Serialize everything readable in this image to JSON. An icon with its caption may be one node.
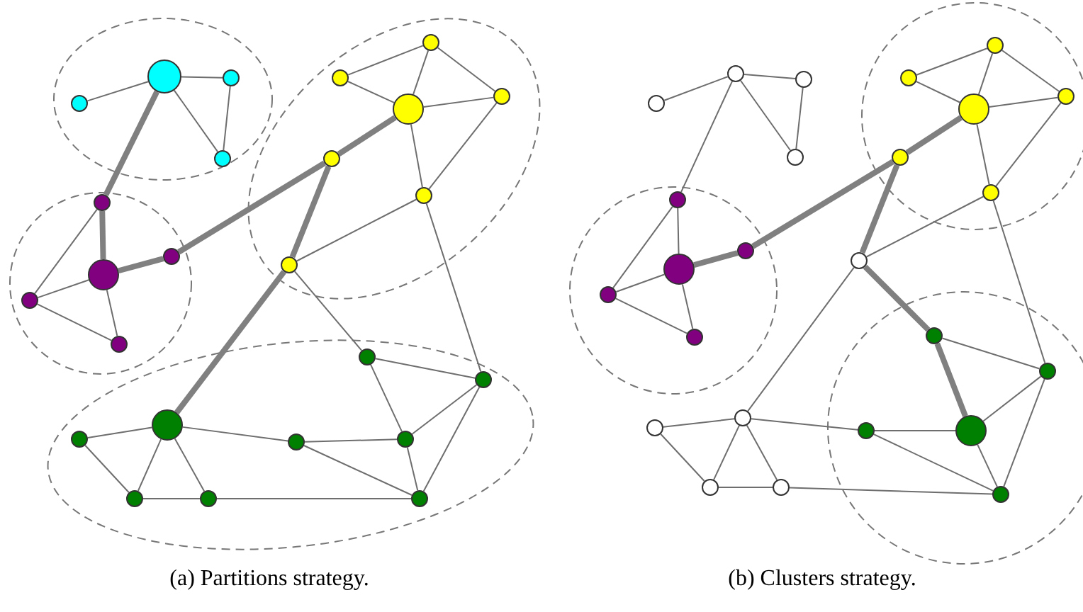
{
  "diagram": {
    "nodes": [
      {
        "text": [],
        "shape": "circle"
      },
      {
        "text": [],
        "shape": "circle"
      },
      {
        "text": [],
        "shape": "circle"
      },
      {
        "text": [],
        "shape": "circle"
      },
      {
        "text": [],
        "shape": "circle"
      },
      {
        "text": [],
        "shape": "circle"
      },
      {
        "text": [],
        "shape": "circle"
      },
      {
        "text": [],
        "shape": "circle"
      },
      {
        "text": [],
        "shape": "circle"
      },
      {
        "text": [],
        "shape": "circle"
      },
      {
        "text": [],
        "shape": "circle"
      },
      {
        "text": [],
        "shape": "circle"
      },
      {
        "text": [],
        "shape": "circle"
      },
      {
        "text": [],
        "shape": "circle"
      },
      {
        "text": [],
        "shape": "circle"
      },
      {
        "text": [],
        "shape": "circle"
      },
      {
        "text": [],
        "shape": "circle"
      },
      {
        "text": [],
        "shape": "circle"
      },
      {
        "text": [],
        "shape": "circle"
      },
      {
        "text": [],
        "shape": "circle"
      },
      {
        "text": [],
        "shape": "circle"
      },
      {
        "text": [],
        "shape": "circle"
      },
      {
        "text": [],
        "shape": "circle"
      },
      {
        "text": [],
        "shape": "circle"
      },
      {
        "text": [],
        "shape": "circle"
      },
      {
        "text": [],
        "shape": "circle"
      },
      {
        "text": [],
        "shape": "circle"
      },
      {
        "text": [],
        "shape": "circle"
      },
      {
        "text": [],
        "shape": "circle"
      },
      {
        "text": [],
        "shape": "circle"
      },
      {
        "text": [],
        "shape": "circle"
      },
      {
        "text": [],
        "shape": "circle"
      },
      {
        "text": [],
        "shape": "circle"
      },
      {
        "text": [],
        "shape": "circle"
      },
      {
        "text": [],
        "shape": "circle"
      },
      {
        "text": [],
        "shape": "circle"
      },
      {
        "text": [],
        "shape": "circle"
      },
      {
        "text": [],
        "shape": "circle"
      },
      {
        "text": [],
        "shape": "circle"
      },
      {
        "text": [],
        "shape": "circle"
      },
      {
        "text": [],
        "shape": "circle"
      },
      {
        "text": [],
        "shape": "circle"
      },
      {
        "text": [],
        "shape": "circle"
      },
      {
        "text": [],
        "shape": "circle"
      },
      {
        "text": [],
        "shape": "circle"
      },
      {
        "text": [],
        "shape": "circle"
      },
      {
        "text": [],
        "shape": "circle"
      },
      {
        "text": [],
        "shape": "circle"
      },
      {
        "text": [],
        "shape": "circle"
      },
      {
        "text": [],
        "shape": "circle"
      }
    ],
    "edges": [
      {
        "from": 0,
        "to": 1,
        "arrow": "none"
      },
      {
        "from": 0,
        "to": 2,
        "arrow": "none"
      },
      {
        "from": 0,
        "to": 3,
        "arrow": "none"
      },
      {
        "from": 2,
        "to": 3,
        "arrow": "none"
      },
      {
        "from": 0,
        "to": 4,
        "arrow": "none",
        "style": "thick"
      },
      {
        "from": 4,
        "to": 5,
        "arrow": "none",
        "style": "thick"
      },
      {
        "from": 5,
        "to": 6,
        "arrow": "none",
        "style": "thick"
      },
      {
        "from": 4,
        "to": 7,
        "arrow": "none"
      },
      {
        "from": 5,
        "to": 7,
        "arrow": "none"
      },
      {
        "from": 7,
        "to": 8,
        "arrow": "none"
      },
      {
        "from": 5,
        "to": 8,
        "arrow": "none"
      },
      {
        "from": 6,
        "to": 13,
        "arrow": "none",
        "style": "thick"
      },
      {
        "from": 9,
        "to": 10,
        "arrow": "none"
      },
      {
        "from": 10,
        "to": 11,
        "arrow": "none"
      },
      {
        "from": 9,
        "to": 11,
        "arrow": "none"
      },
      {
        "from": 9,
        "to": 12,
        "arrow": "none"
      },
      {
        "from": 11,
        "to": 12,
        "arrow": "none"
      },
      {
        "from": 11,
        "to": 13,
        "arrow": "none",
        "style": "thick"
      },
      {
        "from": 11,
        "to": 14,
        "arrow": "none"
      },
      {
        "from": 12,
        "to": 14,
        "arrow": "none"
      },
      {
        "from": 14,
        "to": 15,
        "arrow": "none"
      },
      {
        "from": 13,
        "to": 15,
        "arrow": "none",
        "style": "thick"
      },
      {
        "from": 14,
        "to": 17,
        "arrow": "none"
      },
      {
        "from": 15,
        "to": 16,
        "arrow": "none"
      },
      {
        "from": 15,
        "to": 18,
        "arrow": "none",
        "style": "thick"
      },
      {
        "from": 16,
        "to": 17,
        "arrow": "none"
      },
      {
        "from": 16,
        "to": 21,
        "arrow": "none"
      },
      {
        "from": 17,
        "to": 21,
        "arrow": "none"
      },
      {
        "from": 17,
        "to": 24,
        "arrow": "none"
      },
      {
        "from": 21,
        "to": 24,
        "arrow": "none"
      },
      {
        "from": 18,
        "to": 19,
        "arrow": "none"
      },
      {
        "from": 18,
        "to": 20,
        "arrow": "none"
      },
      {
        "from": 18,
        "to": 22,
        "arrow": "none"
      },
      {
        "from": 18,
        "to": 23,
        "arrow": "none"
      },
      {
        "from": 19,
        "to": 22,
        "arrow": "none"
      },
      {
        "from": 22,
        "to": 23,
        "arrow": "none"
      },
      {
        "from": 23,
        "to": 24,
        "arrow": "none"
      },
      {
        "from": 20,
        "to": 21,
        "arrow": "none"
      },
      {
        "from": 20,
        "to": 24,
        "arrow": "none"
      },
      {
        "from": 25,
        "to": 26,
        "arrow": "none"
      },
      {
        "from": 25,
        "to": 27,
        "arrow": "none"
      },
      {
        "from": 25,
        "to": 28,
        "arrow": "none"
      },
      {
        "from": 27,
        "to": 28,
        "arrow": "none"
      },
      {
        "from": 25,
        "to": 29,
        "arrow": "none"
      },
      {
        "from": 29,
        "to": 30,
        "arrow": "none"
      },
      {
        "from": 30,
        "to": 31,
        "arrow": "none",
        "style": "thick"
      },
      {
        "from": 29,
        "to": 32,
        "arrow": "none"
      },
      {
        "from": 30,
        "to": 32,
        "arrow": "none"
      },
      {
        "from": 32,
        "to": 33,
        "arrow": "none"
      },
      {
        "from": 30,
        "to": 33,
        "arrow": "none"
      },
      {
        "from": 31,
        "to": 38,
        "arrow": "none",
        "style": "thick"
      },
      {
        "from": 34,
        "to": 35,
        "arrow": "none"
      },
      {
        "from": 35,
        "to": 36,
        "arrow": "none"
      },
      {
        "from": 34,
        "to": 36,
        "arrow": "none"
      },
      {
        "from": 34,
        "to": 37,
        "arrow": "none"
      },
      {
        "from": 36,
        "to": 37,
        "arrow": "none"
      },
      {
        "from": 36,
        "to": 38,
        "arrow": "none",
        "style": "thick"
      },
      {
        "from": 36,
        "to": 39,
        "arrow": "none"
      },
      {
        "from": 37,
        "to": 39,
        "arrow": "none"
      },
      {
        "from": 39,
        "to": 40,
        "arrow": "none"
      },
      {
        "from": 38,
        "to": 40,
        "arrow": "none",
        "style": "thick"
      },
      {
        "from": 39,
        "to": 42,
        "arrow": "none"
      },
      {
        "from": 40,
        "to": 41,
        "arrow": "none",
        "style": "thick"
      },
      {
        "from": 40,
        "to": 43,
        "arrow": "none"
      },
      {
        "from": 41,
        "to": 42,
        "arrow": "none"
      },
      {
        "from": 41,
        "to": 46,
        "arrow": "none",
        "style": "thick"
      },
      {
        "from": 42,
        "to": 46,
        "arrow": "none"
      },
      {
        "from": 42,
        "to": 49,
        "arrow": "none"
      },
      {
        "from": 46,
        "to": 49,
        "arrow": "none"
      },
      {
        "from": 43,
        "to": 44,
        "arrow": "none"
      },
      {
        "from": 43,
        "to": 45,
        "arrow": "none"
      },
      {
        "from": 43,
        "to": 47,
        "arrow": "none"
      },
      {
        "from": 43,
        "to": 48,
        "arrow": "none"
      },
      {
        "from": 44,
        "to": 47,
        "arrow": "none"
      },
      {
        "from": 47,
        "to": 48,
        "arrow": "none"
      },
      {
        "from": 48,
        "to": 49,
        "arrow": "none"
      },
      {
        "from": 45,
        "to": 46,
        "arrow": "none"
      },
      {
        "from": 45,
        "to": 49,
        "arrow": "none"
      }
    ],
    "labels": [
      "(a) Partitions strategy.",
      "(b) Clusters strategy."
    ]
  }
}
